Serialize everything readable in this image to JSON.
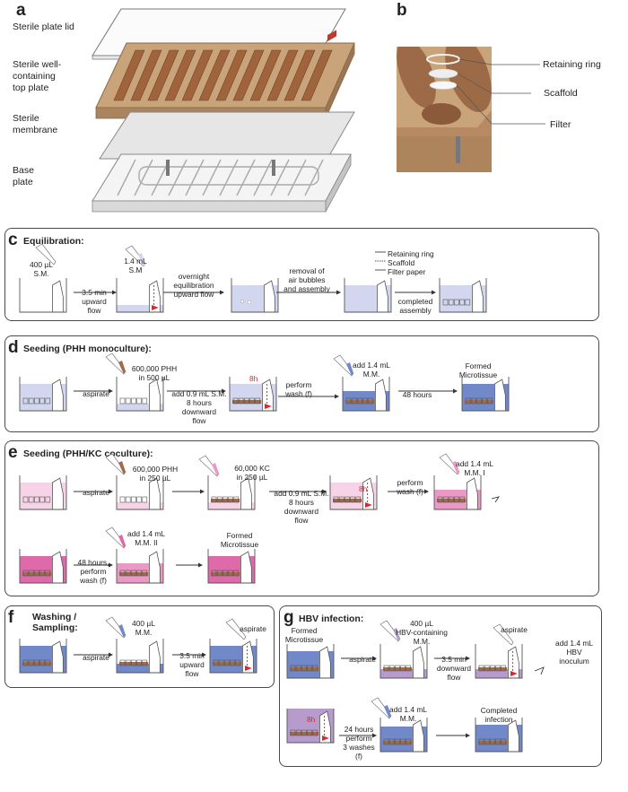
{
  "panel_a": {
    "letter": "a",
    "labels": [
      "Sterile plate lid",
      "Sterile well-\ncontaining\ntop plate",
      "Sterile\nmembrane",
      "Base\nplate"
    ]
  },
  "panel_b": {
    "letter": "b",
    "labels": [
      "Retaining ring",
      "Scaffold",
      "Filter"
    ]
  },
  "panel_c": {
    "letter": "c",
    "title": "Equilibration:",
    "t1": "400 µL\nS.M.",
    "t2": "1.4 mL\nS.M",
    "a1": "3.5 min\nupward\nflow",
    "a2": "overnight\nequilibration\nupward flow",
    "a3": "removal of\nair bubbles\nand assembly",
    "a4": "completed\nassembly",
    "legend": [
      "Retaining ring",
      "Scaffold",
      "Filter paper"
    ]
  },
  "panel_d": {
    "letter": "d",
    "title": "Seeding (PHH monoculture):",
    "a1": "aspirate",
    "t1": "600,000 PHH\nin 500 µL",
    "a2": "add 0.9 mL S.M.\n8 hours\ndownward\nflow",
    "timer": "8h",
    "a3": "perform\nwash (f)",
    "t2": "add 1.4 mL\nM.M.",
    "a4": "48 hours",
    "t3": "Formed\nMicrotissue"
  },
  "panel_e": {
    "letter": "e",
    "title": "Seeding (PHH/KC coculture):",
    "a1": "aspirate",
    "t1": "600,000 PHH\nin 250 µL",
    "t2": "60,000 KC\nin 250 µL",
    "a2": "add 0.9 mL S.M.\n8 hours\ndownward\nflow",
    "timer": "8h",
    "a3": "perform\nwash (f)",
    "t3": "add 1.4 mL\nM.M. I",
    "t4": "add 1.4 mL\nM.M. II",
    "a4": "48 hours,\nperform\nwash (f)",
    "t5": "Formed\nMicrotissue"
  },
  "panel_f": {
    "letter": "f",
    "title": "Washing /\nSampling:",
    "a1": "aspirate",
    "t1": "400 µL\nM.M.",
    "a2": "3.5 min\nupward\nflow",
    "t2": "aspirate"
  },
  "panel_g": {
    "letter": "g",
    "title": "HBV infection:",
    "t0": "Formed\nMicrotissue",
    "a1": "aspirate",
    "t1": "400 µL\nHBV-containing\nM.M.",
    "a2": "3.5 min\ndownward\nflow",
    "t2": "aspirate",
    "a3": "add 1.4 mL\nHBV\ninoculum",
    "timer": "8h",
    "a4": "24 hours\nperform\n3 washes\n(f)",
    "t3": "add 1.4 mL\nM.M.",
    "t4": "Completed\ninfection"
  },
  "colors": {
    "medium_light": "#d2d7ef",
    "medium_blue": "#7289c9",
    "pink_light": "#f6d3e6",
    "pink_mid": "#ea98c4",
    "pink_dark": "#de6aa9",
    "purple": "#b79bcd",
    "tissue": "#9e6a4c",
    "arrow_red": "#e0262b",
    "plate_brown": "#b8855f"
  }
}
